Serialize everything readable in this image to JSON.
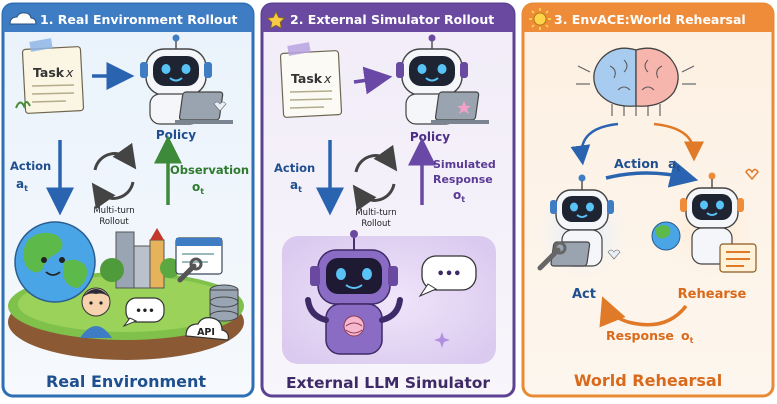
{
  "panels": [
    {
      "title": "1. Real Environment Rollout",
      "task_label": "Task",
      "task_var": "x",
      "policy_label": "Policy",
      "action_label": "Action",
      "action_var": "a",
      "action_sub": "t",
      "observation_label": "Observation",
      "observation_var": "o",
      "observation_sub": "t",
      "loop_label_1": "Multi-turn",
      "loop_label_2": "Rollout",
      "api_label": "API",
      "bubble_text": "•••",
      "footer": "Real Environment",
      "accent": "#2f6fb4"
    },
    {
      "title": "2. External Simulator Rollout",
      "task_label": "Task",
      "task_var": "x",
      "policy_label": "Policy",
      "action_label": "Action",
      "action_var": "a",
      "action_sub": "t",
      "response_label_1": "Simulated",
      "response_label_2": "Response",
      "response_var": "o",
      "response_sub": "t",
      "loop_label_1": "Multi-turn",
      "loop_label_2": "Rollout",
      "bubble_text": "•••",
      "footer": "External LLM Simulator",
      "accent": "#6a4a9c"
    },
    {
      "title": "3. EnvACE:World Rehearsal",
      "action_label": "Action",
      "action_var": "a",
      "action_sub": "t",
      "act_label": "Act",
      "rehearse_label": "Rehearse",
      "response_label": "Response",
      "response_var": "o",
      "response_sub": "t",
      "footer": "World Rehearsal",
      "accent": "#e07a28"
    }
  ],
  "colors": {
    "blue_border": "#2f6fb4",
    "blue_header": "#3e7cc4",
    "purple_border": "#5d4293",
    "purple_header": "#6a4aa0",
    "orange_border": "#e98a34",
    "orange_header": "#ee8c3a",
    "arrow_blue": "#2a64b0",
    "arrow_green": "#3c8a3a",
    "arrow_purple": "#6a48a6",
    "arrow_orange": "#e07a28"
  }
}
